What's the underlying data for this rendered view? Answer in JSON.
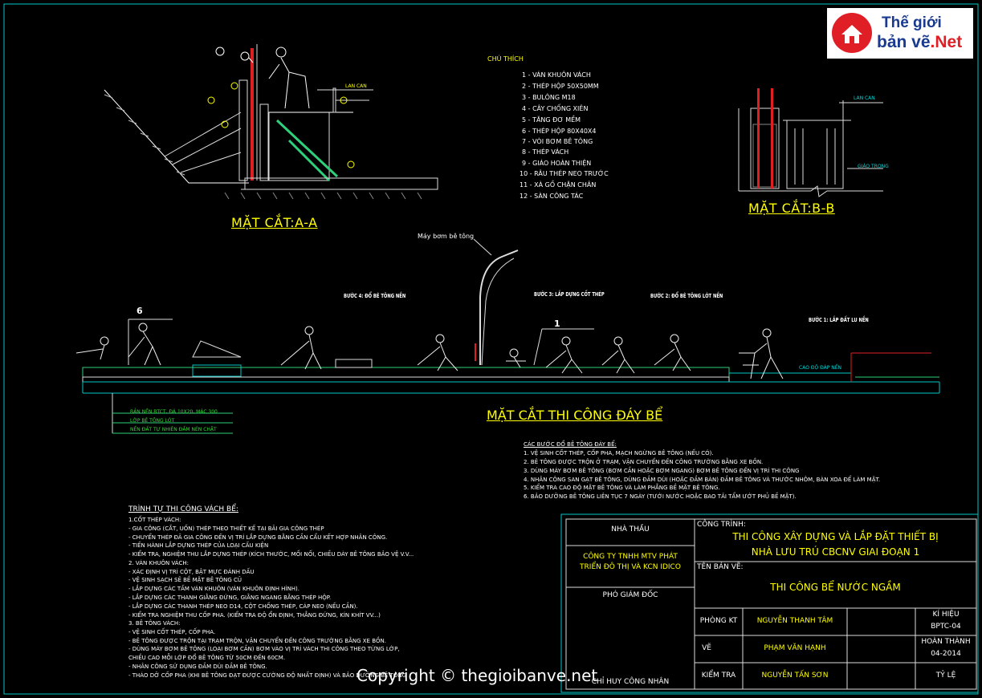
{
  "logo": {
    "line1": "Thế giới",
    "line2_a": "bản vẽ",
    "line2_b": ".Net"
  },
  "section_aa": {
    "title": "MẶT CẮT:A-A",
    "lan_can": "LAN CAN"
  },
  "section_bb": {
    "title": "MẶT CẮT:B-B",
    "lan_can": "LAN CAN",
    "giao_trong": "GIÁO TRONG"
  },
  "legend": {
    "title": "CHÚ THÍCH",
    "items": [
      "1 - VÁN KHUÔN VÁCH",
      "2 - THÉP HỘP 50X50MM",
      "3 - BULÔNG M18",
      "4 - CÂY CHỐNG XIÊN",
      "5 - TĂNG ĐƠ MỀM",
      "6 - THÉP HỘP 80X40X4",
      "7 - VÒI BƠM BÊ TÔNG",
      "8 - THÉP VÁCH",
      "9 - GIÁO HOÀN THIỆN",
      "10 - RÂU THÉP NEO TRƯỚC",
      "11 - XÀ GỒ CHẶN CHÂN",
      "12 - SÀN CÔNG TÁC"
    ]
  },
  "floor_section": {
    "title": "MẶT CẮT THI CÔNG ĐÁY BỂ",
    "pump_label": "Máy bơm bê tông",
    "step4": "BƯỚC 4: ĐỔ BÊ TÔNG NỀN",
    "step3": "BƯỚC 3: LẮP DỰNG CỐT THÉP",
    "step2": "BƯỚC 2: ĐỔ BÊ TÔNG LÓT NỀN",
    "step1": "BƯỚC 1: LẮP ĐẤT LU NỀN",
    "cao_do": "CAO ĐỘ ĐÁP NỀN",
    "marker_6": "6",
    "marker_1": "1",
    "layers": [
      "BẢN NỀN BTCT, ĐÁ 10X20, MÁC 300",
      "LỚP BÊ TÔNG LÓT",
      "NỀN ĐẤT TỰ NHIÊN ĐẦM NÉN CHẶT"
    ]
  },
  "pour_steps": {
    "title": "CÁC BƯỚC ĐỔ BÊ TÔNG ĐÁY BỂ:",
    "items": [
      "1. VỆ SINH CỐT THÉP, CỐP PHA, MẠCH NGỪNG BÊ TÔNG (NẾU CÓ).",
      "2. BÊ TÔNG ĐƯỢC TRỘN Ở TRẠM, VẬN CHUYỂN ĐẾN CÔNG TRƯỜNG BẰNG XE BỒN.",
      "3. DÙNG MÁY BƠM BÊ TÔNG (BƠM CẦN HOẶC BƠM NGANG) BƠM BÊ TÔNG ĐẾN VỊ TRÍ THI CÔNG",
      "4. NHÂN CÔNG SAN GẠT BÊ TÔNG, DÙNG ĐẦM DÙI (HOẶC ĐẦM BÀN) ĐẦM BÊ TÔNG VÀ THƯỚC NHÔM, BÀN XOA ĐỂ LÀM MẶT.",
      "5. KIỂM TRA CAO ĐỘ MẶT BÊ TÔNG VÀ LÀM PHẲNG BỀ MẶT BÊ TÔNG.",
      "6. BẢO DƯỠNG BÊ TÔNG LIÊN TỤC 7 NGÀY (TƯỚI NƯỚC HOẶC BAO TẢI TẨM ƯỚT PHỦ BỀ MẶT)."
    ]
  },
  "wall_sequence": {
    "title": "TRÌNH TỰ THI CÔNG VÁCH BỂ:",
    "lines": [
      "1.CỐT THÉP VÁCH:",
      " - GIA CÔNG (CẮT, UỐN) THÉP THEO THIẾT KẾ TẠI BÃI GIA CÔNG THÉP",
      " - CHUYỂN THÉP ĐÃ GIA CÔNG ĐẾN VỊ TRÍ LẮP DỰNG BẰNG CẦN CẨU KẾT HỢP NHÂN CÔNG.",
      " - TIẾN HÀNH LẮP DỰNG THÉP CỦA LOẠI CẤU KIỆN",
      " - KIỂM TRA, NGHIỆM THU LẮP DỰNG THÉP (KÍCH THƯỚC, MỐI NỐI, CHIỀU DÀY BÊ TÔNG BẢO  VỆ V.V...",
      "2. VÁN KHUÔN VÁCH:",
      "  - XÁC ĐỊNH VỊ TRÍ CỘT, BẬT MỰC ĐÁNH DẤU",
      "  - VỆ SINH SẠCH SẼ BỀ MẶT BÊ TÔNG CŨ",
      "  - LẮP DỰNG CÁC TẤM VÁN KHUÔN (VÁN KHUÔN ĐỊNH HÌNH).",
      "  - LẮP DỰNG CÁC THANH GIẰNG ĐỨNG, GIẰNG NGANG BẰNG THÉP HỘP.",
      "  - LẮP DỰNG CÁC THANH THÉP NEO D14, CỘT CHỐNG THÉP, CÁP NEO (NẾU CẦN).",
      "  - KIỂM TRA NGHIỆM THU CỐP PHA. (KIỂM TRA ĐỘ ỔN ĐỊNH, THẲNG ĐỨNG, KÍN KHÍT VV...)",
      "3. BÊ TÔNG VÁCH:",
      " - VỆ SINH CỐT THÉP, CỐP PHA.",
      " - BÊ TÔNG ĐƯỢC TRỘN TẠI TRẠM TRỘN, VẬN CHUYỂN ĐẾN CÔNG TRƯỜNG BẰNG XE BỒN.",
      " - DÙNG MÁY BƠM BÊ TÔNG (LOẠI BƠM CẦN)  BƠM VÀO VỊ TRÍ VÁCH THI CÔNG THEO TỪNG LỚP,",
      "    CHIỀU CAO MỖI LỚP ĐỔ BÊ TÔNG TỪ 50CM ĐẾN 60CM.",
      " - NHÂN CÔNG SỬ DỤNG ĐẦM DÙI ĐẦM BÊ TÔNG.",
      " - THÁO DỠ CỐP PHA (KHI BÊ TÔNG ĐẠT ĐƯỢC CƯỜNG ĐỘ NHẤT ĐỊNH) VÀ BẢO DƯỠNG BÊ TÔNG"
    ]
  },
  "title_block": {
    "nha_thau_label": "NHÀ THẦU",
    "nha_thau_value": "CÔNG TY TNHH MTV PHÁT TRIỂN ĐÔ THỊ VÀ KCN IDICO",
    "pho_giam_doc": "PHÓ GIÁM ĐỐC",
    "chi_huy": "CHỈ HUY CÔNG NHÂN",
    "cong_trinh_label": "CÔNG TRÌNH:",
    "cong_trinh_value_1": "THI CÔNG XÂY DỰNG VÀ LẮP ĐẶT THIẾT BỊ",
    "cong_trinh_value_2": "NHÀ LƯU TRÚ CBCNV GIAI ĐOẠN 1",
    "ten_ban_ve_label": "TÊN BẢN VẼ:",
    "ten_ban_ve_value": "THI CÔNG BỂ NƯỚC NGẦM",
    "phong_kt_label": "PHÒNG KT",
    "phong_kt_value": "NGUYỄN THANH TÂM",
    "ve_label": "VẼ",
    "ve_value": "PHẠM VĂN HẠNH",
    "kiem_tra_label": "KIỂM TRA",
    "kiem_tra_value": "NGUYỄN TẤN SƠN",
    "ki_hieu_label": "KÍ HIỆU",
    "ki_hieu_value": "BPTC-04",
    "hoan_thanh_label": "HOÀN THÀNH",
    "hoan_thanh_value": "04-2014",
    "ty_le_label": "TỶ LỆ"
  },
  "copyright": "Copyright © thegioibanve.net"
}
